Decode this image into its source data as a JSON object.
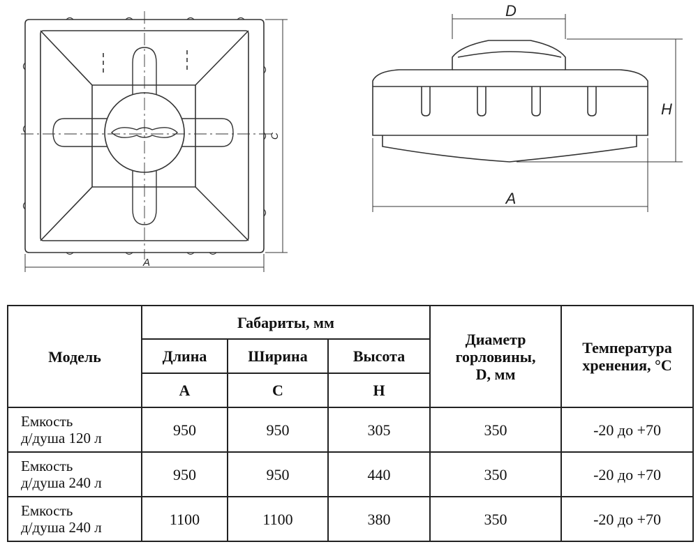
{
  "drawing": {
    "top_view": {
      "dim_length": "A",
      "dim_width": "C"
    },
    "side_view": {
      "dim_diameter": "D",
      "dim_height": "H",
      "dim_length": "A"
    }
  },
  "table": {
    "header": {
      "model": "Модель",
      "dimensions_group": "Габариты, мм",
      "length": "Длина",
      "width": "Ширина",
      "height": "Высота",
      "length_sym": "A",
      "width_sym": "C",
      "height_sym": "H",
      "neck_diameter": [
        "Диаметр",
        "горловины,",
        "D, мм"
      ],
      "storage_temp": [
        "Температура",
        "хренения, °С"
      ]
    },
    "rows": [
      {
        "model": [
          "Емкость",
          "д/душа 120 л"
        ],
        "length": "950",
        "width": "950",
        "height": "305",
        "diameter": "350",
        "temperature": "-20 до +70"
      },
      {
        "model": [
          "Емкость",
          "д/душа 240 л"
        ],
        "length": "950",
        "width": "950",
        "height": "440",
        "diameter": "350",
        "temperature": "-20 до +70"
      },
      {
        "model": [
          "Емкость",
          "д/душа 240 л"
        ],
        "length": "1100",
        "width": "1100",
        "height": "380",
        "diameter": "350",
        "temperature": "-20 до +70"
      }
    ]
  }
}
